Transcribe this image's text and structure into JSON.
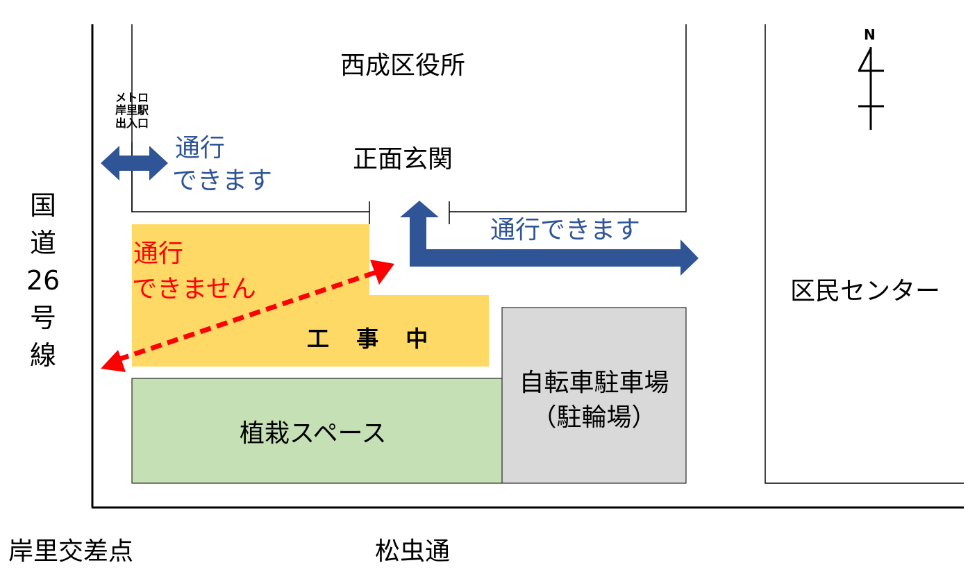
{
  "map": {
    "buildings": {
      "city_office": "西成区役所",
      "main_entrance": "正面玄関",
      "ward_center": "区民センター",
      "bicycle_parking_line1": "自転車駐車場",
      "bicycle_parking_line2": "（駐輪場）",
      "planting_space": "植栽スペース",
      "construction": "工 事 中"
    },
    "metro_exit": {
      "line1": "メトロ",
      "line2": "岸里駅",
      "line3": "出入口"
    },
    "roads": {
      "route26_chars": [
        "国",
        "道",
        "26",
        "号",
        "線"
      ],
      "intersection": "岸里交差点",
      "street": "松虫通"
    },
    "compass": {
      "label": "N"
    },
    "notices": {
      "passable_left_line1": "通行",
      "passable_left_line2": "できます",
      "passable_right": "通行できます",
      "blocked_line1": "通行",
      "blocked_line2": "できません"
    },
    "colors": {
      "passable_arrow": "#2f5597",
      "blocked_arrow": "#ff0000",
      "construction_area": "#ffd966",
      "planting_area": "#c5e0b4",
      "parking_area": "#d9d9d9"
    }
  }
}
